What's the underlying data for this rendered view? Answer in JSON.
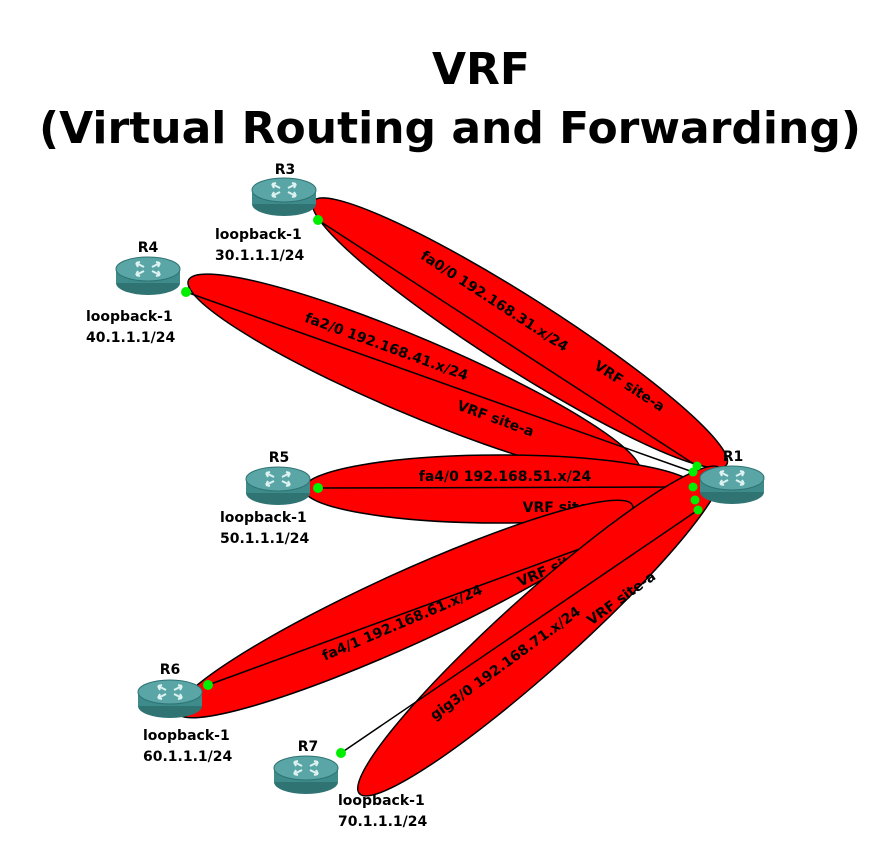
{
  "title": {
    "line1": "VRF",
    "line2": "(Virtual Routing and Forwarding)"
  },
  "colors": {
    "link_fill": "#ff0000",
    "router_body": "#3d8b8b",
    "router_top": "#66b3b3",
    "endpoint": "#00ee00"
  },
  "icons": {
    "router": "router-icon"
  },
  "routers": {
    "r1": {
      "name": "R1"
    },
    "r3": {
      "name": "R3",
      "loop_name": "loopback-1",
      "loop_ip": "30.1.1.1/24"
    },
    "r4": {
      "name": "R4",
      "loop_name": "loopback-1",
      "loop_ip": "40.1.1.1/24"
    },
    "r5": {
      "name": "R5",
      "loop_name": "loopback-1",
      "loop_ip": "50.1.1.1/24"
    },
    "r6": {
      "name": "R6",
      "loop_name": "loopback-1",
      "loop_ip": "60.1.1.1/24"
    },
    "r7": {
      "name": "R7",
      "loop_name": "loopback-1",
      "loop_ip": "70.1.1.1/24"
    }
  },
  "links": {
    "r3": {
      "iface": "fa0/0 192.168.31.x/24",
      "vrf": "VRF site-a"
    },
    "r4": {
      "iface": "fa2/0 192.168.41.x/24",
      "vrf": "VRF site-a"
    },
    "r5": {
      "iface": "fa4/0 192.168.51.x/24",
      "vrf": "VRF site-a"
    },
    "r6": {
      "iface": "fa4/1 192.168.61.x/24",
      "vrf": "VRF site-a"
    },
    "r7": {
      "iface": "gig3/0 192.168.71.x/24",
      "vrf": "VRF site-a"
    }
  }
}
